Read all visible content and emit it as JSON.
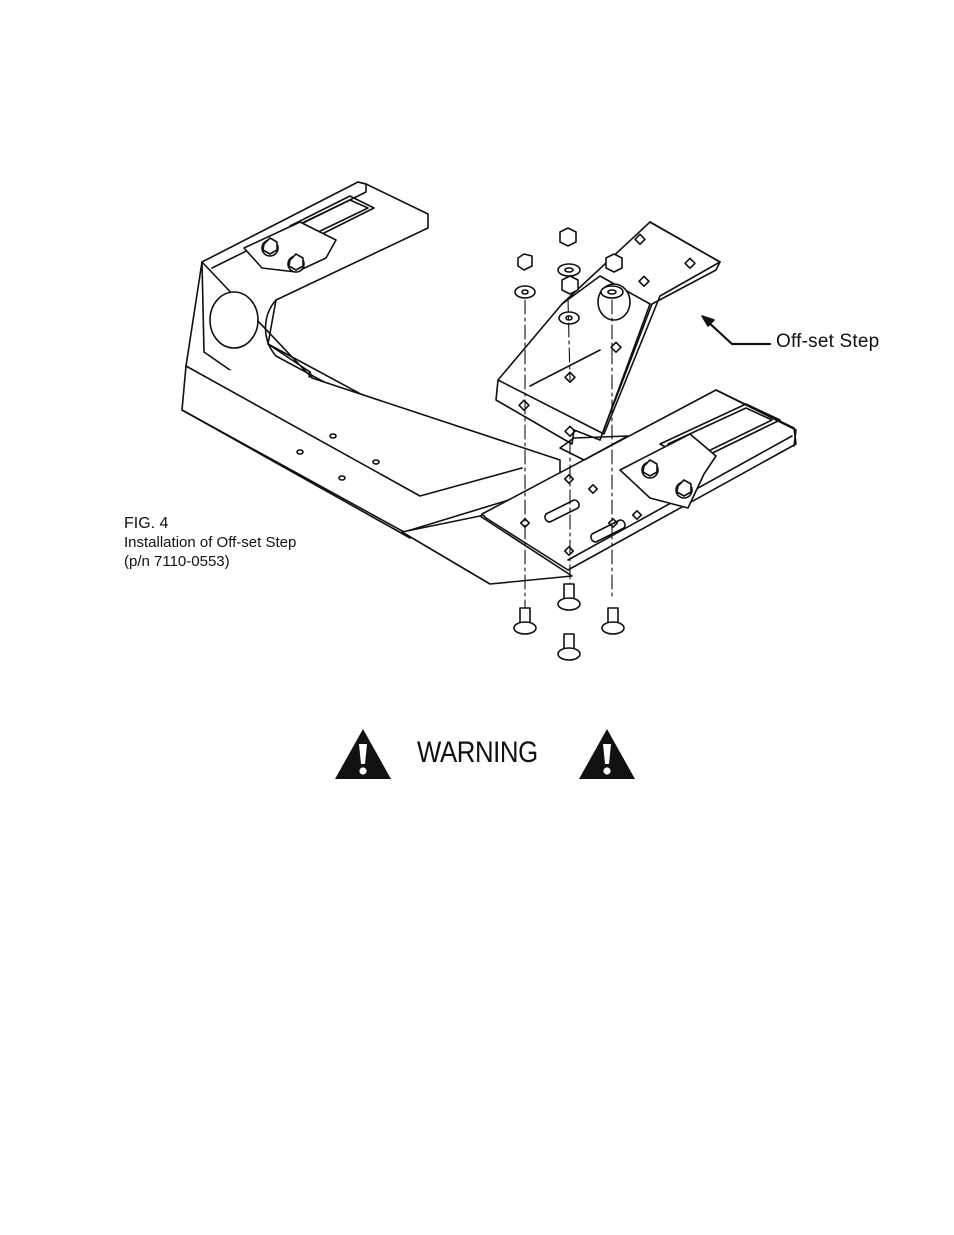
{
  "figure": {
    "callout": "Off-set Step",
    "caption": {
      "number": "FIG. 4",
      "title": "Installation of Off-set Step",
      "part_number": "(p/n 7110-0553)"
    }
  },
  "warning": {
    "text": "WARNING",
    "icon": "warning-triangle-exclamation-icon"
  }
}
